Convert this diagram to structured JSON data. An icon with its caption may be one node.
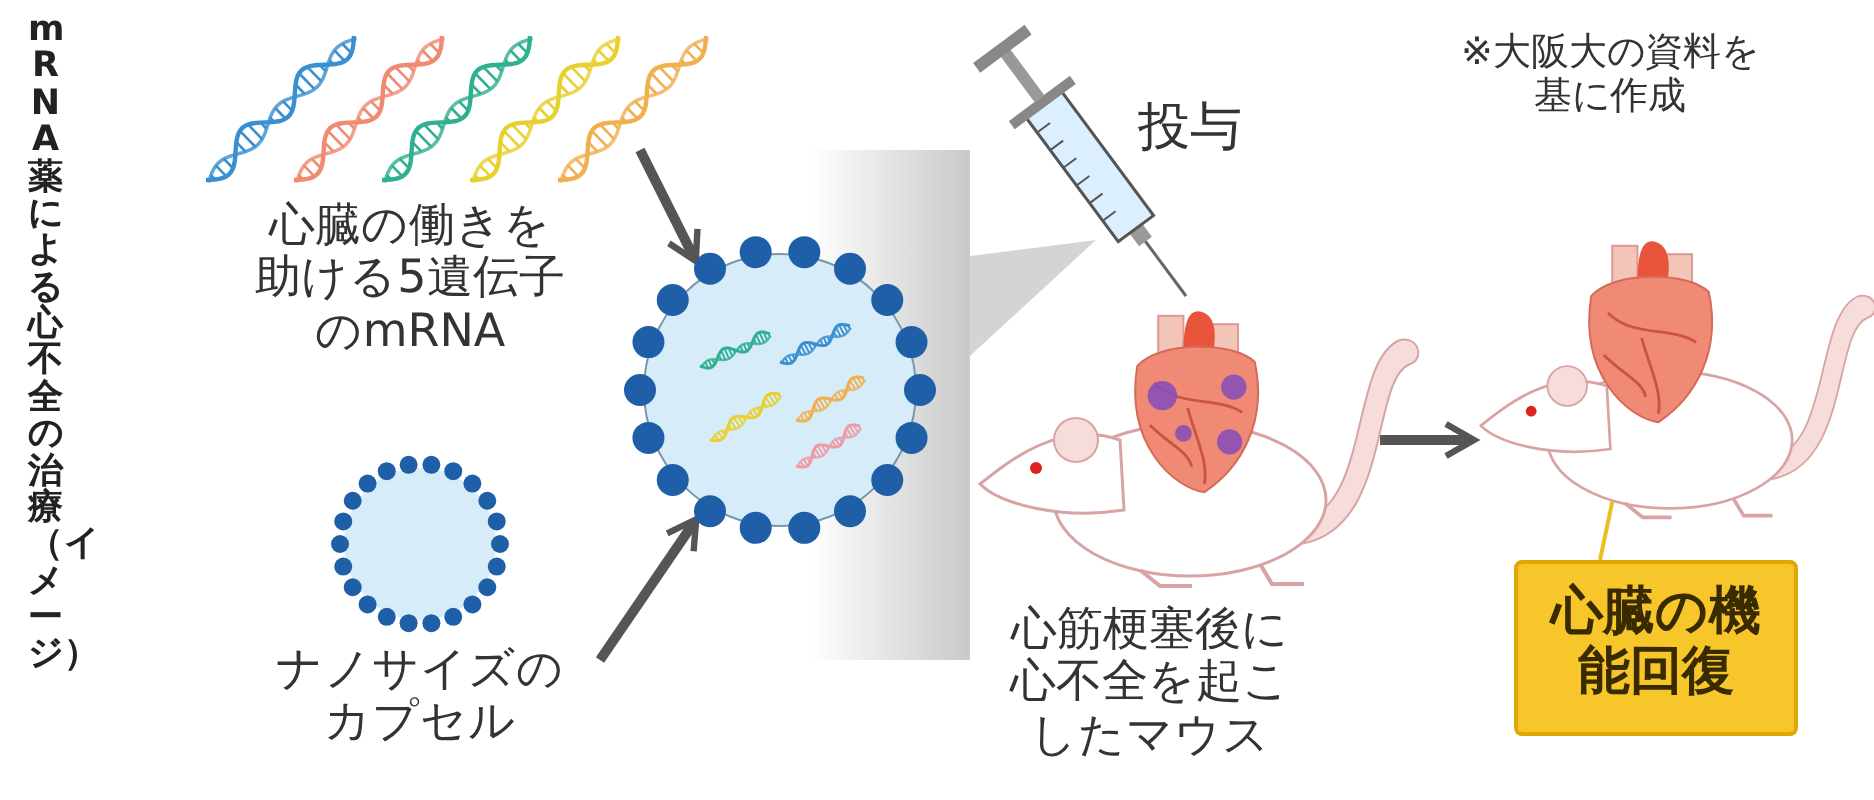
{
  "diagram": {
    "title": "mRNA薬による心不全の治療（イメージ）",
    "nodes": [
      {
        "text": [
          "心臓の働きを助ける5遺伝子のmRNA"
        ]
      },
      {
        "text": [
          "ナノサイズのカプセル"
        ]
      },
      {
        "text": [],
        "shape": "circle"
      },
      {
        "text": [
          "心筋梗塞後に心不全を起こしたマウス"
        ]
      },
      {
        "text": [],
        "shape": "picture"
      },
      {
        "text": [],
        "shape": "picture",
        "in": 4
      },
      {
        "text": [
          "心臓の機能回復"
        ]
      }
    ],
    "edges": [
      {
        "from": 0,
        "to": 2,
        "arrow": "to"
      },
      {
        "from": 1,
        "to": 2,
        "arrow": "to"
      },
      {
        "from": 3,
        "to": 4,
        "arrow": "to"
      },
      {
        "from": 6,
        "to": 5,
        "arrow": "none",
        "color": "#e8c020"
      }
    ],
    "labels": [
      "投与",
      "※大阪大の資料を基に作成"
    ]
  }
}
